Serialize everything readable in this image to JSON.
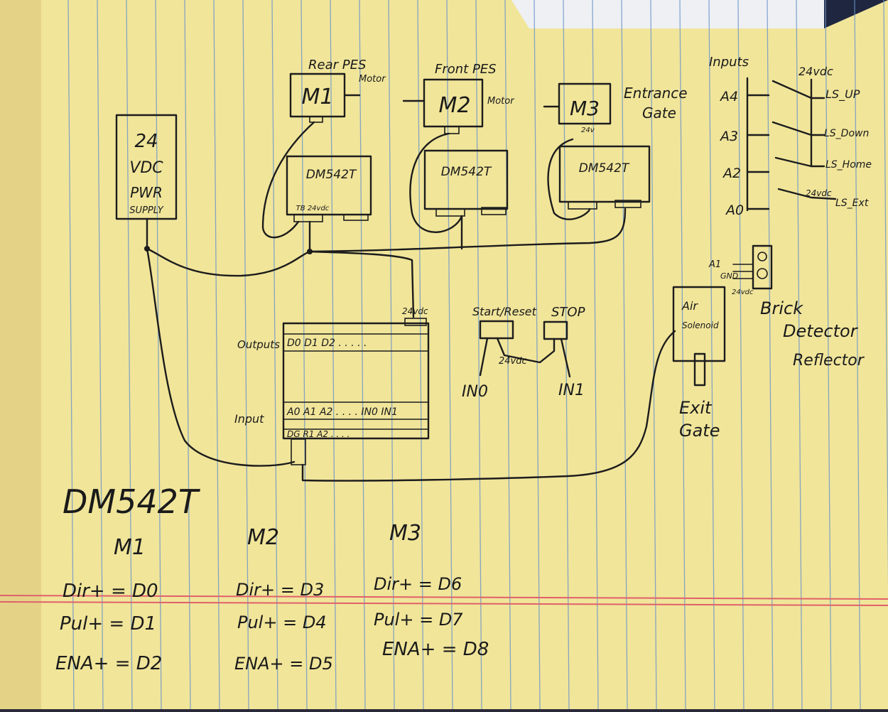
{
  "paper": {
    "background": "#f1e59a",
    "rule_color": "#6b94c9",
    "margin_color": "#e0606a"
  },
  "power_supply": {
    "lines": [
      "24",
      "VDC",
      "PWR",
      "SUPPLY"
    ]
  },
  "motors": [
    {
      "label": "M1",
      "caption": "Rear PES",
      "tag": "Motor",
      "driver": "DM542T",
      "driver_note": "TB 24vdc"
    },
    {
      "label": "M2",
      "caption": "Front PES",
      "tag": "Motor",
      "driver": "DM542T",
      "driver_note": ""
    },
    {
      "label": "M3",
      "caption": "Entrance",
      "caption2": "Gate",
      "tag": "",
      "driver": "DM542T",
      "driver_note": ""
    }
  ],
  "m3_note": "24v",
  "inputs_panel": {
    "title": "Inputs",
    "voltage": "24vdc",
    "pins": [
      "A4",
      "A3",
      "A2",
      "A0"
    ],
    "switches": [
      "LS_UP",
      "LS_Down",
      "LS_Home",
      "LS_Ext"
    ],
    "ext_note": "24vdc"
  },
  "brick_detector": {
    "pins": [
      "A1",
      "GND",
      "24vdc"
    ],
    "label_lines": [
      "Brick",
      "Detector",
      "Reflector"
    ]
  },
  "plc": {
    "voltage": "24vdc",
    "outputs_label": "Outputs",
    "outputs_pins": "D0 D1 D2 . . . . .",
    "input_label": "Input",
    "input_pins": "A0 A1 A2 . . . .  IN0 IN1",
    "gnd_pins": "DG  R1  A2 . . . ."
  },
  "buttons": {
    "start": "Start/Reset",
    "stop": "STOP",
    "voltage": "24vdc",
    "in0": "IN0",
    "in1": "IN1"
  },
  "air": {
    "label_lines": [
      "Air",
      "Solenoid"
    ],
    "exit_lines": [
      "Exit",
      "Gate"
    ]
  },
  "table": {
    "title": "DM542T",
    "columns": [
      "M1",
      "M2",
      "M3"
    ],
    "rows": [
      [
        "Dir+ = D0",
        "Dir+ = D3",
        "Dir+ = D6"
      ],
      [
        "Pul+ = D1",
        "Pul+ = D4",
        "Pul+ = D7"
      ],
      [
        "ENA+ = D2",
        "ENA+ = D5",
        "ENA+ = D8"
      ]
    ]
  }
}
